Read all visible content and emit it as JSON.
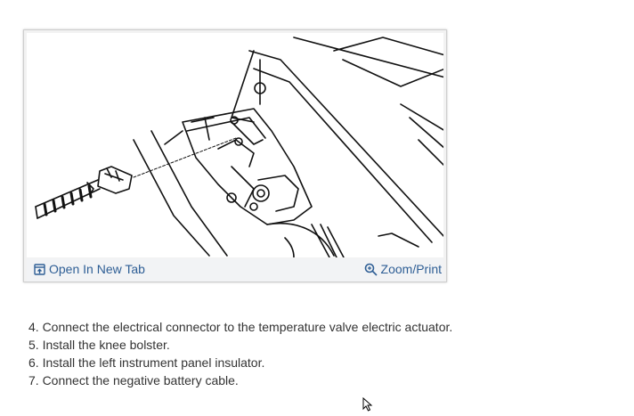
{
  "figure": {
    "open_tab_label": "Open In New Tab",
    "zoom_label": "Zoom/Print",
    "open_tab_icon": "open-in-new-tab-icon",
    "zoom_icon": "zoom-magnifier-icon",
    "link_color": "#2e5e95"
  },
  "steps": [
    "4. Connect the electrical connector to the temperature valve electric actuator.",
    "5. Install the knee bolster.",
    "6. Install the left instrument panel insulator.",
    "7. Connect the negative battery cable."
  ]
}
